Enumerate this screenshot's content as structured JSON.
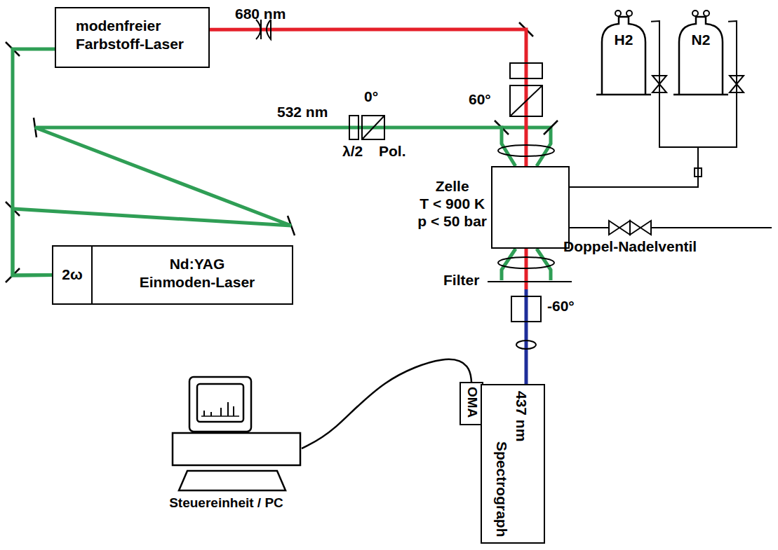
{
  "diagram": {
    "nodes": [
      {
        "text": [
          "modenfreier Farbstoff-Laser"
        ]
      },
      {
        "text": [
          "H2"
        ]
      },
      {
        "text": [
          "N2"
        ]
      },
      {
        "text": [
          "Zelle",
          "T < 900 K",
          "p < 50 bar"
        ]
      },
      {
        "text": [
          "Nd:YAG Einmoden-Laser"
        ]
      },
      {
        "text": [
          "2ω"
        ],
        "in": 4
      },
      {
        "text": [
          "OMA"
        ]
      },
      {
        "text": [
          "437 nm",
          "Spectrograph"
        ]
      },
      {
        "text": [
          "Steuereinheit / PC"
        ]
      }
    ],
    "edges": [
      {
        "from": 5,
        "to": 0,
        "arrow": "none"
      },
      {
        "from": 5,
        "to": 3,
        "label": "532 nm",
        "arrow": "none"
      },
      {
        "from": 0,
        "to": 3,
        "label": "680 nm",
        "arrow": "none"
      },
      {
        "from": 3,
        "to": 7,
        "arrow": "none"
      },
      {
        "from": 1,
        "to": 3,
        "arrow": "none"
      },
      {
        "from": 2,
        "to": 3,
        "arrow": "none"
      },
      {
        "from": 6,
        "to": 8,
        "arrow": "none"
      }
    ],
    "labels": [
      "0°",
      "λ/2",
      "Pol.",
      "60°",
      "Filter",
      "-60°",
      "Doppel-Nadelventil"
    ]
  }
}
